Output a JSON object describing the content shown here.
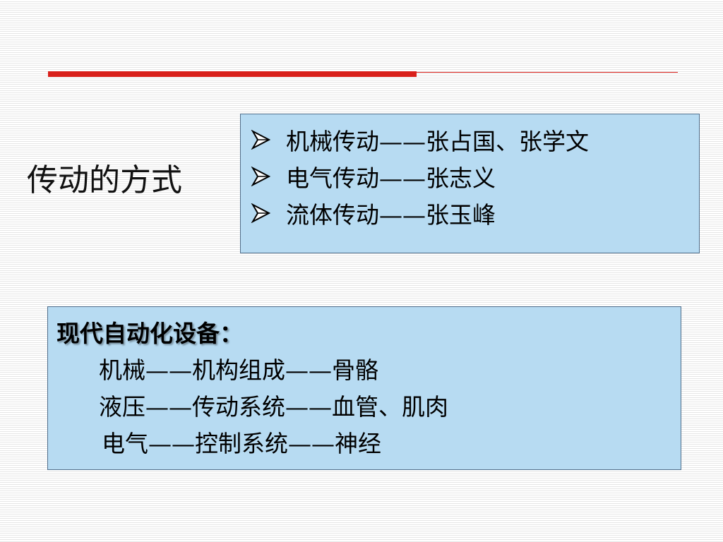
{
  "slide": {
    "title": "传动的方式",
    "accent_color": "#d9201b",
    "box_color": "#b7dbf2"
  },
  "top_box": {
    "items": [
      {
        "icon": "arrow-bullet-icon",
        "text": "机械传动——张占国、张学文"
      },
      {
        "icon": "arrow-bullet-icon",
        "text": "电气传动——张志义"
      },
      {
        "icon": "arrow-bullet-icon",
        "text": "流体传动——张玉峰"
      }
    ]
  },
  "bottom_box": {
    "heading": "现代自动化设备：",
    "lines": [
      "机械——机构组成——骨骼",
      "液压——传动系统——血管、肌肉",
      "电气——控制系统——神经"
    ]
  }
}
